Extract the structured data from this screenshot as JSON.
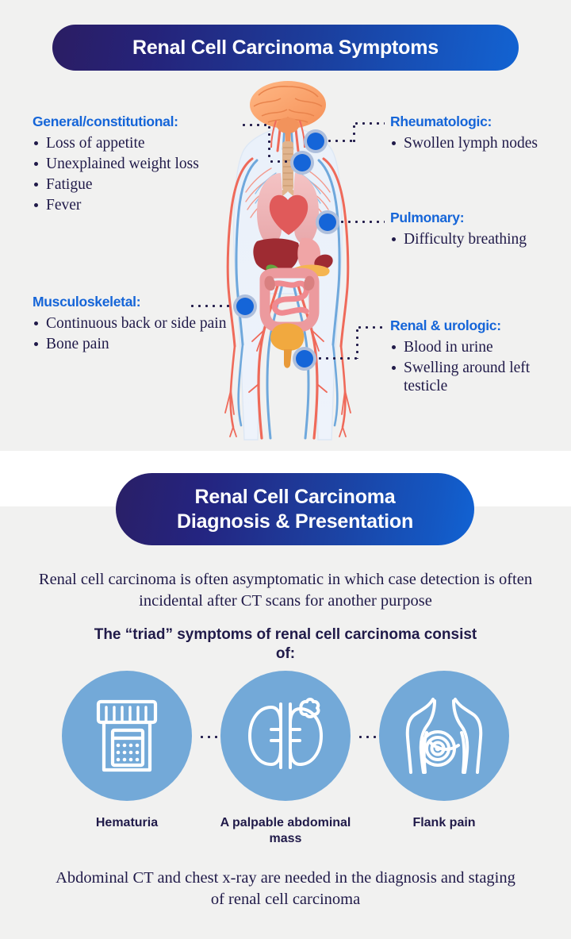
{
  "symptoms_section": {
    "title": "Renal Cell Carcinoma Symptoms",
    "groups": [
      {
        "id": "general",
        "heading": "General/constitutional:",
        "items": [
          "Loss of appetite",
          "Unexplained weight loss",
          "Fatigue",
          "Fever"
        ]
      },
      {
        "id": "musculoskeletal",
        "heading": "Musculoskeletal:",
        "items": [
          "Continuous back or side pain",
          "Bone pain"
        ]
      },
      {
        "id": "rheumatologic",
        "heading": "Rheumatologic:",
        "items": [
          "Swollen lymph nodes"
        ]
      },
      {
        "id": "pulmonary",
        "heading": "Pulmonary:",
        "items": [
          "Difficulty breathing"
        ]
      },
      {
        "id": "renal_urologic",
        "heading": "Renal & urologic:",
        "items": [
          "Blood in urine",
          "Swelling around left testicle"
        ]
      }
    ],
    "illustration": "human-anatomy-circulatory-organs-diagram"
  },
  "diagnosis_section": {
    "title_line1": "Renal Cell Carcinoma",
    "title_line2": "Diagnosis & Presentation",
    "intro": "Renal cell carcinoma is often asymptomatic in which case detection is often incidental after CT scans for another purpose",
    "triad_heading": "The “triad” symptoms of renal cell carcinoma consist of:",
    "triad": [
      {
        "label": "Hematuria",
        "icon": "urine-sample-cup-icon"
      },
      {
        "label": "A palpable abdominal mass",
        "icon": "kidneys-with-tumor-icon"
      },
      {
        "label": "Flank pain",
        "icon": "torso-flank-pain-icon"
      }
    ],
    "footer": "Abdominal CT and chest x-ray are needed in the diagnosis and staging of renal cell carcinoma"
  },
  "colors": {
    "background": "#f1f1f0",
    "divider": "#ffffff",
    "heading_blue": "#1565d8",
    "body_navy": "#201a49",
    "pill_gradient_start": "#2b1d63",
    "pill_gradient_end": "#1263d2",
    "circle_blue": "#73a9d8",
    "marker_fill": "#1565d8",
    "marker_ring": "#aebfdc"
  }
}
